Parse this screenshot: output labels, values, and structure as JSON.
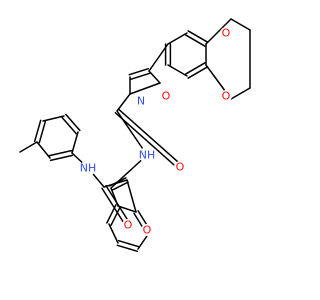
{
  "colors": {
    "bond": "#000000",
    "oxygen": "#ff0d0d",
    "nitrogen": "#3050f8",
    "background": "#ffffff"
  },
  "atoms": {
    "o_dioxane_top": "O",
    "o_dioxane_bottom": "O",
    "o_isoxazole": "O",
    "n_isoxazole": "N",
    "o_amide_isoxazole": "O",
    "nh_amide_isoxazole": "NH",
    "nh_amide_anilide": "NH",
    "o_amide_anilide": "O",
    "o_benzofuran": "O"
  }
}
